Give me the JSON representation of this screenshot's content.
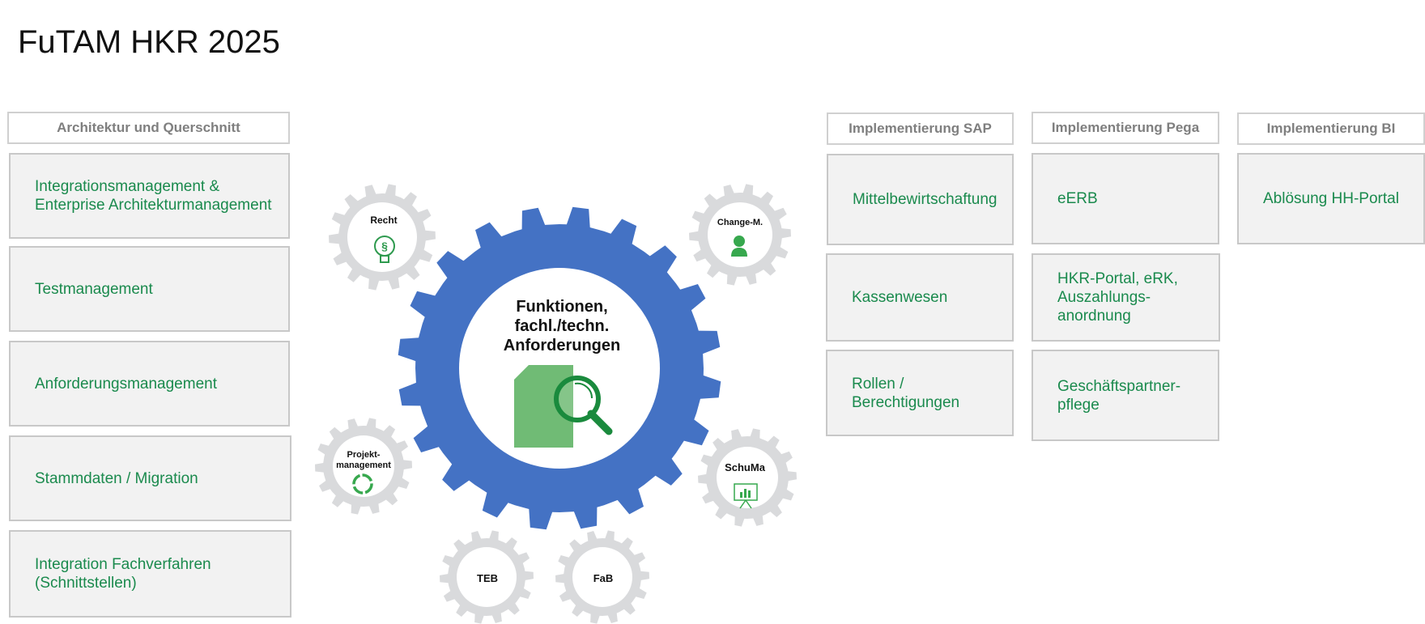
{
  "title": "FuTAM HKR 2025",
  "colors": {
    "accent_green": "#1a8a4d",
    "gear_blue": "#4472c4",
    "gear_gray": "#d9dadc",
    "doc_green": "#70bb75"
  },
  "columns": {
    "architecture": {
      "header": "Architektur und Querschnitt",
      "items": [
        "Integrationsmanagement &\nEnterprise Architekturmanagement",
        "Testmanagement",
        "Anforderungsmanagement",
        "Stammdaten / Migration",
        "Integration Fachverfahren\n(Schnittstellen)"
      ]
    },
    "sap": {
      "header": "Implementierung SAP",
      "items": [
        "Mittelbewirtschaftung",
        "Kassenwesen",
        "Rollen /\nBerechtigungen"
      ]
    },
    "pega": {
      "header": "Implementierung Pega",
      "items": [
        "eERB",
        "HKR-Portal, eRK,\nAuszahlungs-\nanordnung",
        "Geschäftspartner-\npflege"
      ]
    },
    "bi": {
      "header": "Implementierung BI",
      "items": [
        "Ablösung HH-Portal"
      ]
    }
  },
  "center_gear": {
    "lines": [
      "Funktionen,",
      "fachl./techn.",
      "Anforderungen"
    ],
    "icon": "document-search-icon"
  },
  "satellites": {
    "recht": {
      "label": "Recht",
      "icon": "lightbulb-paragraph-icon"
    },
    "change": {
      "label": "Change-M.",
      "icon": "person-icon"
    },
    "projekt": {
      "label_lines": [
        "Projekt-",
        "management"
      ],
      "icon": "cycle-icon"
    },
    "schuma": {
      "label": "SchuMa",
      "icon": "presentation-board-icon"
    },
    "teb": {
      "label": "TEB"
    },
    "fab": {
      "label": "FaB"
    }
  }
}
